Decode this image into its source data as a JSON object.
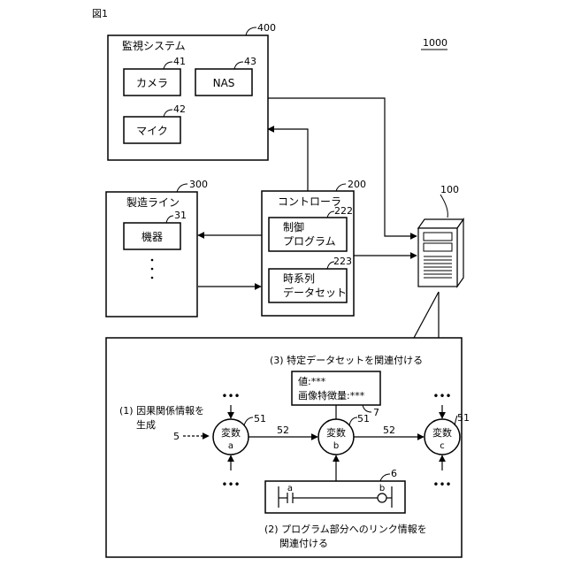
{
  "figure_label": "図1",
  "system_ref": "1000",
  "monitoring": {
    "title": "監視システム",
    "ref": "400",
    "camera": {
      "label": "カメラ",
      "ref": "41"
    },
    "nas": {
      "label": "NAS",
      "ref": "43"
    },
    "mic": {
      "label": "マイク",
      "ref": "42"
    }
  },
  "production_line": {
    "title": "製造ライン",
    "ref": "300",
    "device": {
      "label": "機器",
      "ref": "31"
    },
    "ellipsis": "・\n・\n・"
  },
  "controller": {
    "title": "コントローラ",
    "ref": "200",
    "control_program": {
      "label_lines": [
        "制御",
        "プログラム"
      ],
      "ref": "222"
    },
    "timeseries": {
      "label_lines": [
        "時系列",
        "データセット"
      ],
      "ref": "223"
    }
  },
  "server": {
    "ref": "100"
  },
  "detail": {
    "step3": "(3) 特定データセットを関連付ける",
    "step1_lines": [
      "(1) 因果関係情報を",
      "生成"
    ],
    "step2_lines": [
      "(2) プログラム部分へのリンク情報を",
      "関連付ける"
    ],
    "data_box": {
      "lines": [
        "値:***",
        "画像特徴量:***"
      ],
      "ref": "7"
    },
    "variables": [
      {
        "label": "変数",
        "sub": "a",
        "ref": "51"
      },
      {
        "label": "変数",
        "sub": "b",
        "ref": "51"
      },
      {
        "label": "変数",
        "sub": "c",
        "ref": "51"
      }
    ],
    "edge_refs": [
      "52",
      "52"
    ],
    "input_ref": "5",
    "ladder": {
      "ref": "6",
      "contact_a": "a",
      "coil_b": "b"
    },
    "dots": "•••"
  }
}
